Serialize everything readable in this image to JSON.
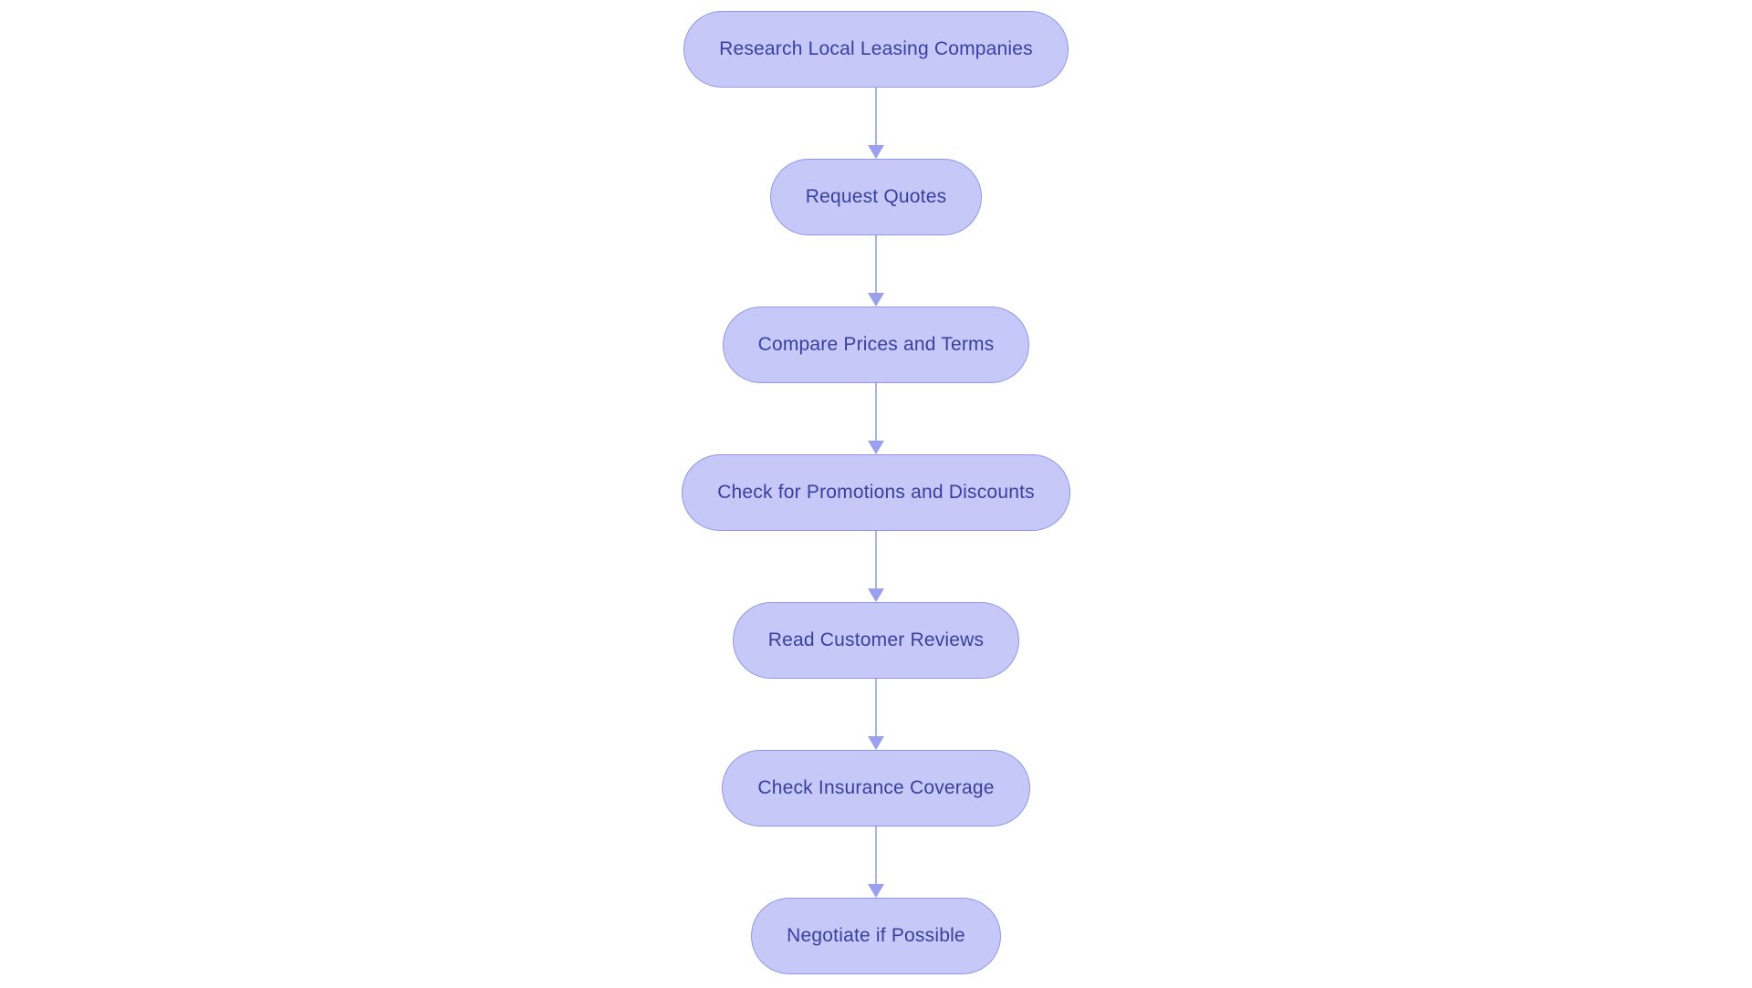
{
  "flowchart": {
    "title": "",
    "nodes": [
      {
        "label": "Research Local Leasing Companies"
      },
      {
        "label": "Request Quotes"
      },
      {
        "label": "Compare Prices and Terms"
      },
      {
        "label": "Check for Promotions and Discounts"
      },
      {
        "label": "Read Customer Reviews"
      },
      {
        "label": "Check Insurance Coverage"
      },
      {
        "label": "Negotiate if Possible"
      }
    ],
    "edges": [
      {
        "from": 0,
        "to": 1
      },
      {
        "from": 1,
        "to": 2
      },
      {
        "from": 2,
        "to": 3
      },
      {
        "from": 3,
        "to": 4
      },
      {
        "from": 4,
        "to": 5
      },
      {
        "from": 5,
        "to": 6
      }
    ],
    "colors": {
      "node_fill": "#c6c9f7",
      "node_border": "#9196ea",
      "arrow_line": "#abaff3",
      "arrow_head": "#9aa0ef",
      "text_color": "#383fa1",
      "background": "#ffffff"
    }
  }
}
